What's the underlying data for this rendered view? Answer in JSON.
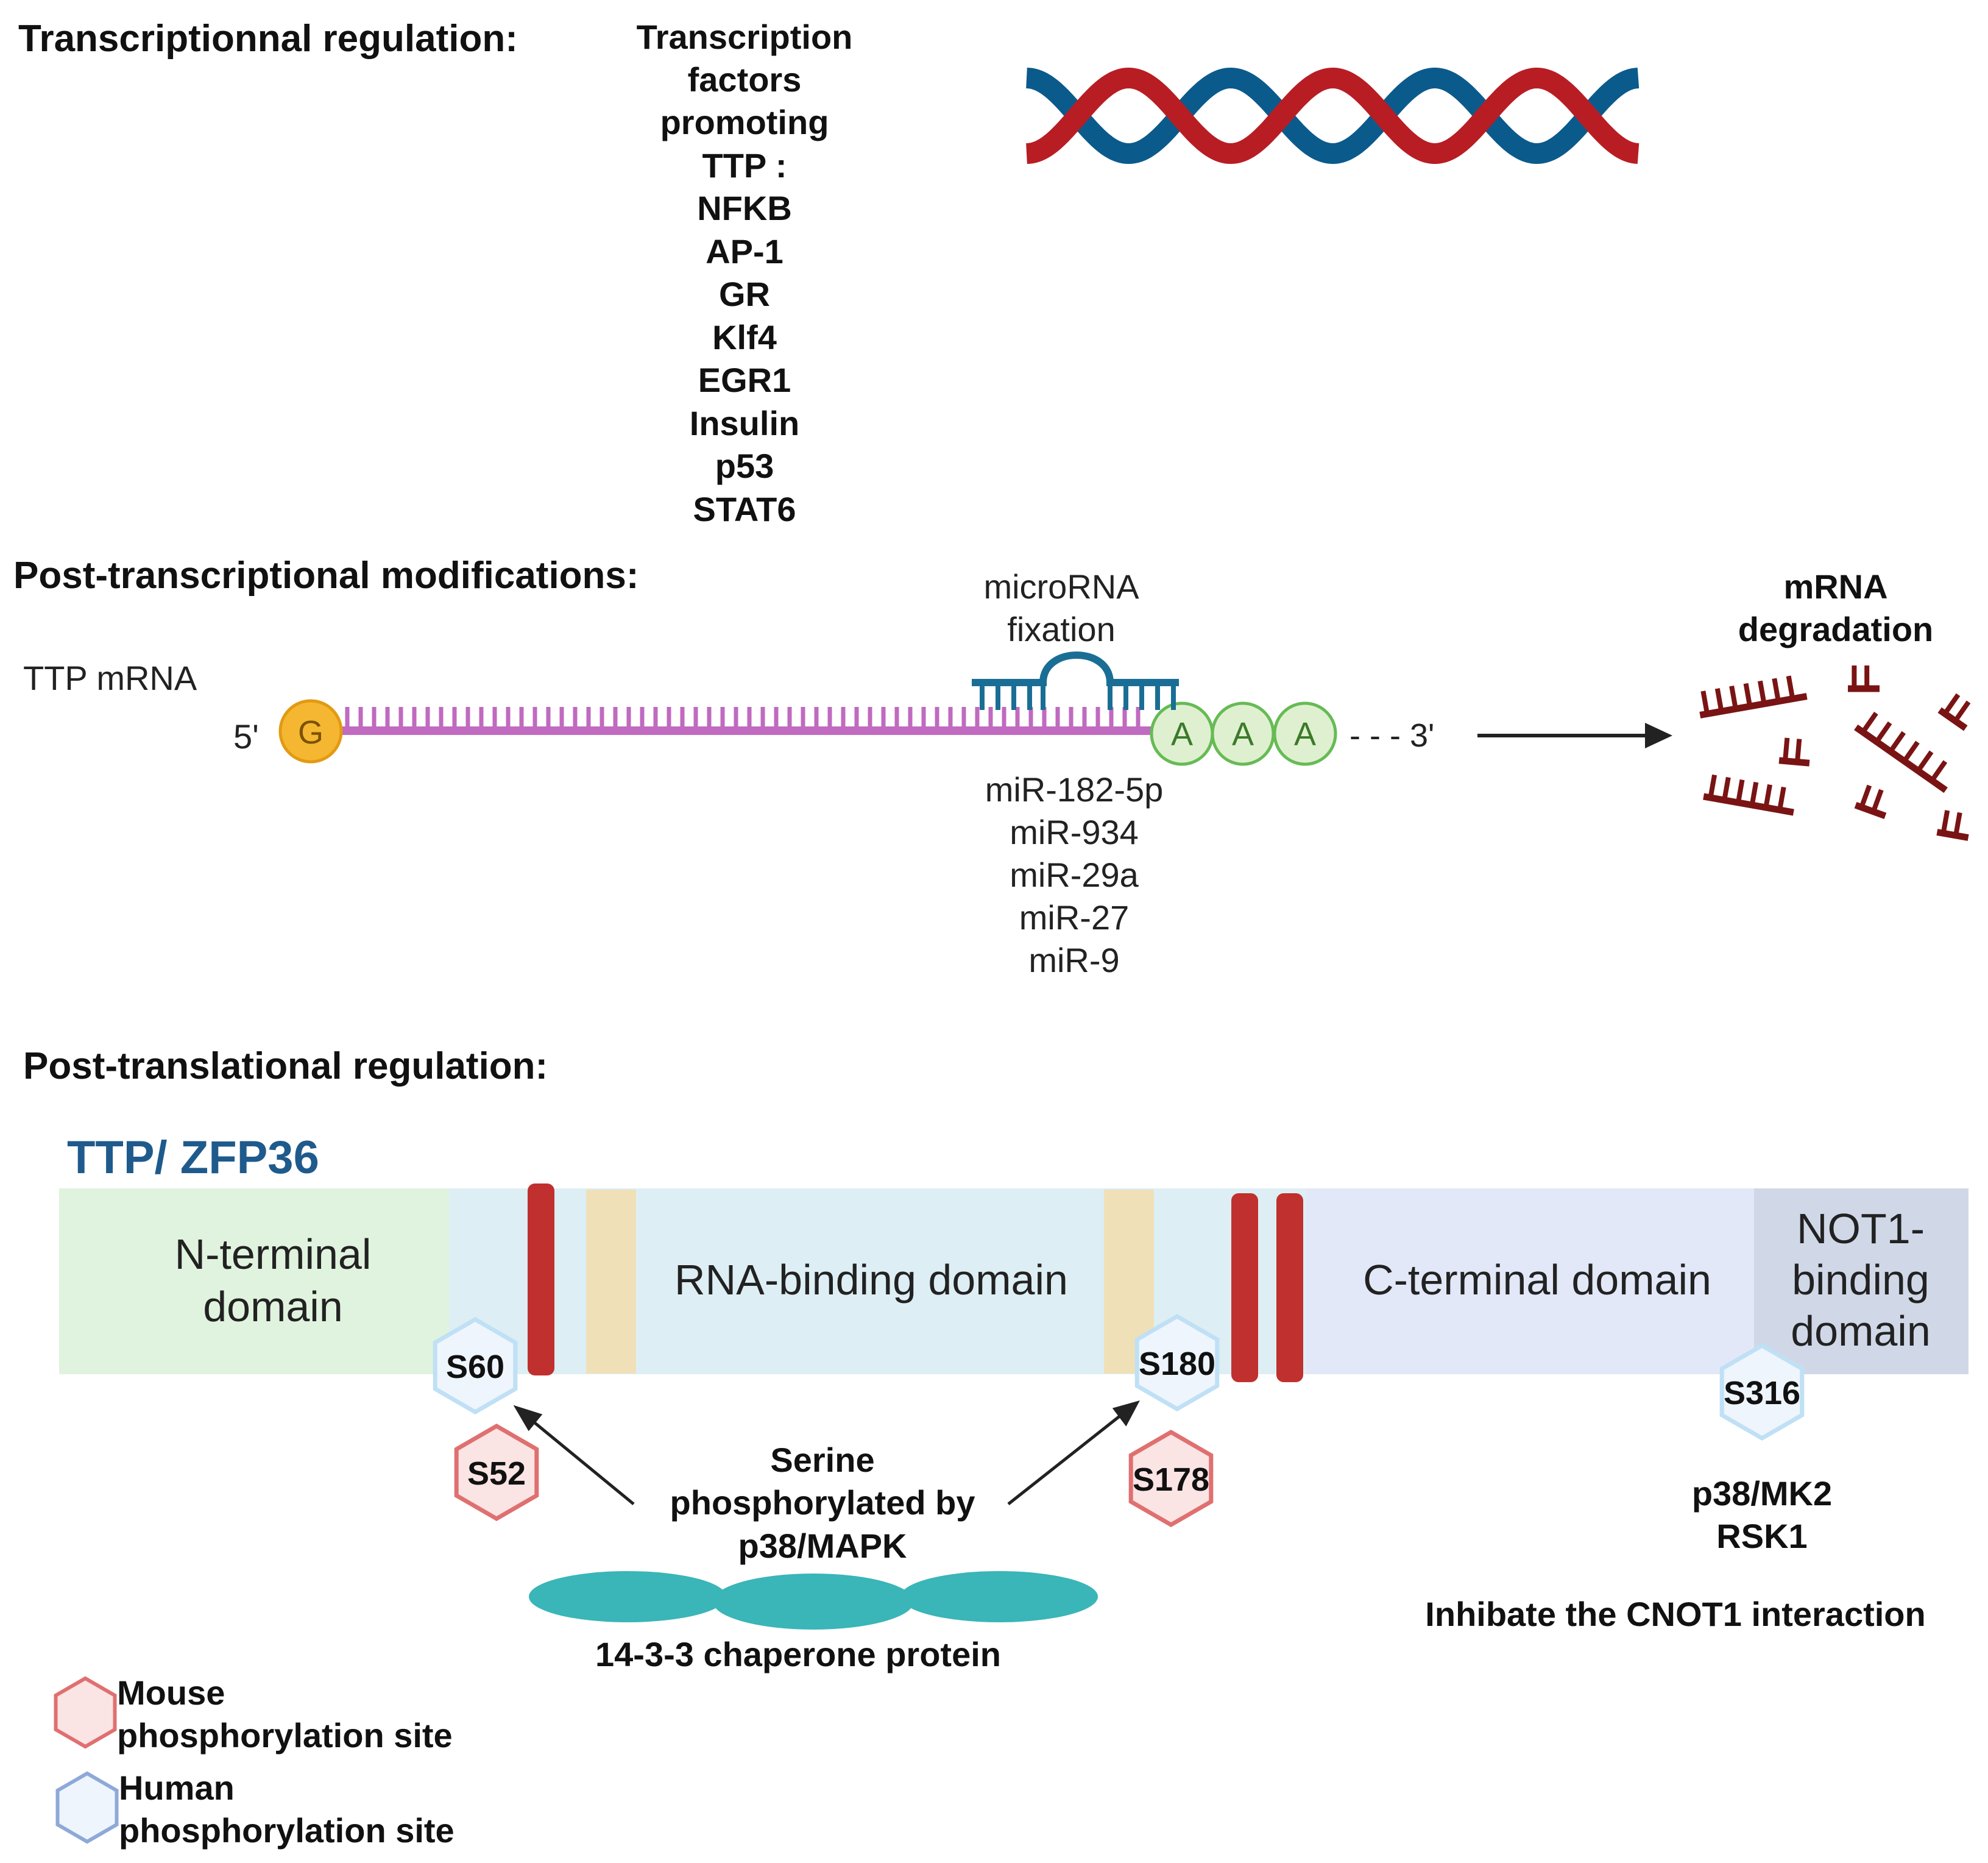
{
  "transcription": {
    "heading": "Transcriptionnal regulation:",
    "factors": [
      "Transcription",
      "factors",
      "promoting",
      "TTP :",
      "NFKB",
      "AP-1",
      "GR",
      "Klf4",
      "EGR1",
      "Insulin",
      "p53",
      "STAT6"
    ]
  },
  "post_transcription": {
    "heading": "Post-transcriptional modifications:",
    "mrna_label": "TTP mRNA",
    "five_prime": "5'",
    "cap": "G",
    "polyA": [
      "A",
      "A",
      "A"
    ],
    "three_prime": "- - - 3'",
    "microrna_title": [
      "microRNA",
      "fixation"
    ],
    "micrornas": [
      "miR-182-5p",
      "miR-934",
      "miR-29a",
      "miR-27",
      "miR-9"
    ],
    "degradation": [
      "mRNA",
      "degradation"
    ]
  },
  "post_translation": {
    "heading": "Post-translational regulation:",
    "protein_name": "TTP/ ZFP36",
    "domains": {
      "n_terminal": [
        "N-terminal",
        "domain"
      ],
      "rna_binding": "RNA-binding domain",
      "c_terminal": "C-terminal domain",
      "not1": [
        "NOT1-",
        "binding",
        "domain"
      ]
    },
    "sites": {
      "human": [
        "S60",
        "S180",
        "S316"
      ],
      "mouse": [
        "S52",
        "S178"
      ]
    },
    "serine_text": [
      "Serine",
      "phosphorylated by",
      "p38/MAPK"
    ],
    "chaperone": "14-3-3 chaperone protein",
    "kinases": [
      "p38/MK2",
      "RSK1"
    ],
    "inhibit": "Inhibate the CNOT1 interaction"
  },
  "legend": {
    "mouse": [
      "Mouse",
      "phosphorylation site"
    ],
    "human": [
      "Human",
      "phosphorylation site"
    ]
  },
  "colors": {
    "dna_red": "#b81d24",
    "dna_blue": "#0b5a8c",
    "mrna_backbone": "#c06ac0",
    "cap_fill": "#f5b731",
    "polyA_fill": "#dff0d0",
    "polyA_stroke": "#66bb55",
    "microrna": "#1a6e95",
    "degradation": "#7a1414",
    "n_terminal_bg": "#e0f3de",
    "rna_binding_bg": "#ddeff4",
    "c_terminal_bg": "#e2e8f7",
    "not1_bg": "#d0d8e8",
    "zinc_finger": "#f0e0b8",
    "phospho_bar": "#c0302e",
    "human_hex_fill": "#eef5fc",
    "human_hex_stroke": "#bfe0f5",
    "mouse_hex_fill": "#fbe4e4",
    "mouse_hex_stroke": "#e07070",
    "chaperone": "#3ab5b8",
    "protein_title": "#1f5a8c"
  }
}
